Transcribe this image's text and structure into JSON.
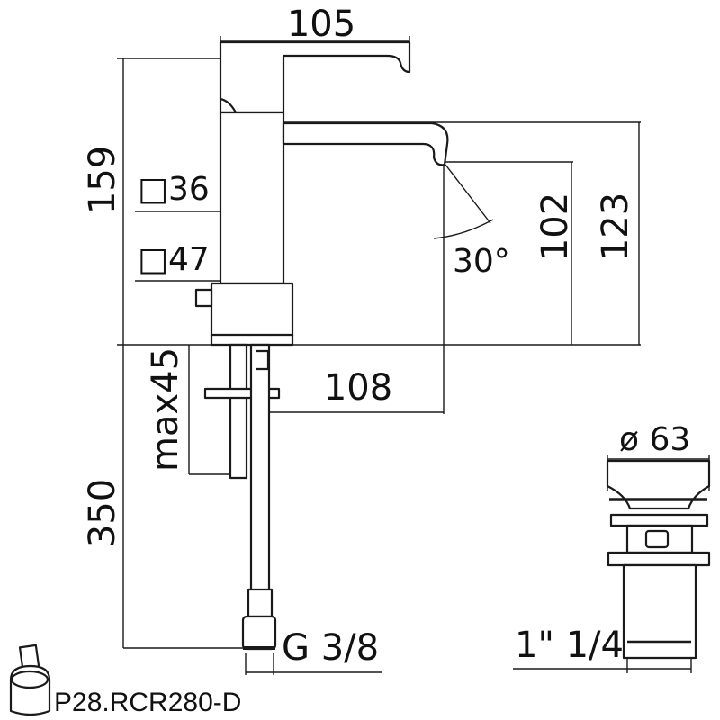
{
  "dimensions": {
    "handle_width": "105",
    "total_height": "159",
    "square_top": "□36",
    "square_bottom": "□47",
    "spout_angle": "30°",
    "spout_height": "102",
    "outlet_height": "123",
    "spout_reach": "108",
    "max_deck_thickness": "max45",
    "hose_length": "350",
    "hose_thread": "G 3/8",
    "drain_diameter": "ø 63",
    "drain_thread": "1\" 1/4"
  },
  "cartridge_code": "P28.RCR280-D",
  "line_color": "#1a1a1a"
}
